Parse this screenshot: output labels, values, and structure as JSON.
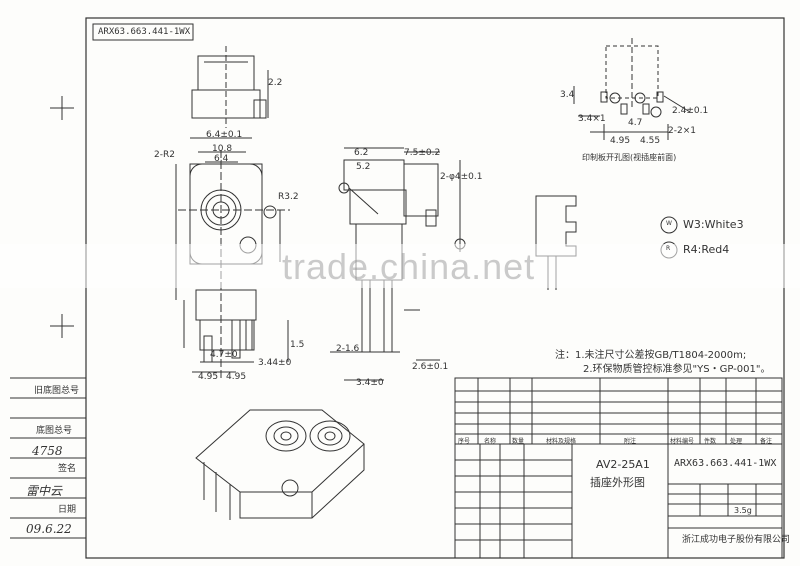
{
  "drawing_no_top": "ARX63.663.441-1WX",
  "title_block": {
    "title_1": "AV2-25A1",
    "title_2": "插座外形图",
    "drawing_no": "ARX63.663.441-1WX",
    "weight": "3.5g",
    "company": "浙江成功电子股份有限公司",
    "header": {
      "no": "序号",
      "name": "名称",
      "qty": "数量",
      "material": "材料及规格",
      "remark": "附注",
      "mat_code": "材料编号",
      "finish": "件数",
      "treat": "处理",
      "note": "备注"
    }
  },
  "side_labels": {
    "old_no": "旧底图总号",
    "doc_no": "底图总号",
    "doc_value": "4758",
    "sign": "签名",
    "sign_value": "雷中云",
    "date": "日期",
    "date_value": "09.6.22"
  },
  "notes": {
    "line1": "注：1.未注尺寸公差按GB/T1804-2000m;",
    "line2": "2.环保物质管控标准参见\"YS・GP-001\"。"
  },
  "legend": {
    "w3": "W3:White3",
    "r4": "R4:Red4"
  },
  "pcb_label": "印制板开孔图(视插座前面)",
  "dims": {
    "d64": "6.4±0.1",
    "d108": "10.8",
    "d64b": "6.4",
    "r2": "2-R2",
    "r32": "R3.2",
    "d22": "2.2",
    "d62": "6.2",
    "d75": "7.5±0.2",
    "d52": "5.2",
    "d47": "4.7±0",
    "d495": "4.95",
    "d495b": "4.95",
    "d344": "3.44±0",
    "d15": "1.5",
    "d16": "2-1.6",
    "d26": "2.6±0.1",
    "d34": "3.4±0",
    "d24": "2.4±0.1",
    "d34b": "3.4",
    "d47b": "4.7",
    "d495c": "4.95",
    "d455": "4.55",
    "phi4": "2-φ4±0.1",
    "d2x1": "2-2×1",
    "d3x4": "3.4×1"
  },
  "watermark": "trade.china.net"
}
